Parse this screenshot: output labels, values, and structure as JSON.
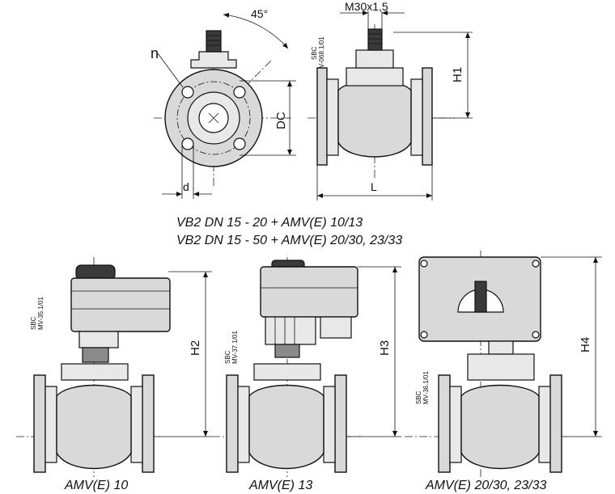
{
  "drawing": {
    "top": {
      "angle_label": "45°",
      "n_label": "n",
      "dc_label": "DC",
      "d_label": "d",
      "thread_label": "M30x1,5",
      "h1_label": "H1",
      "l_label": "L",
      "code_label_1": "SBC",
      "code_label_2": "V-068.1/01"
    },
    "captions": {
      "line1": "VB2 DN 15 - 20 + AMV(E) 10/13",
      "line2": "VB2 DN 15 - 50 + AMV(E) 20/30, 23/33"
    },
    "variants": [
      {
        "caption": "AMV(E) 10",
        "height_label": "H2",
        "code_1": "SBC",
        "code_2": "MV-35.1/01"
      },
      {
        "caption": "AMV(E) 13",
        "height_label": "H3",
        "code_1": "SBC",
        "code_2": "MV-37.1/01"
      },
      {
        "caption": "AMV(E) 20/30, 23/33",
        "height_label": "H4",
        "code_1": "SBC",
        "code_2": "MV-36.1/01"
      }
    ]
  }
}
